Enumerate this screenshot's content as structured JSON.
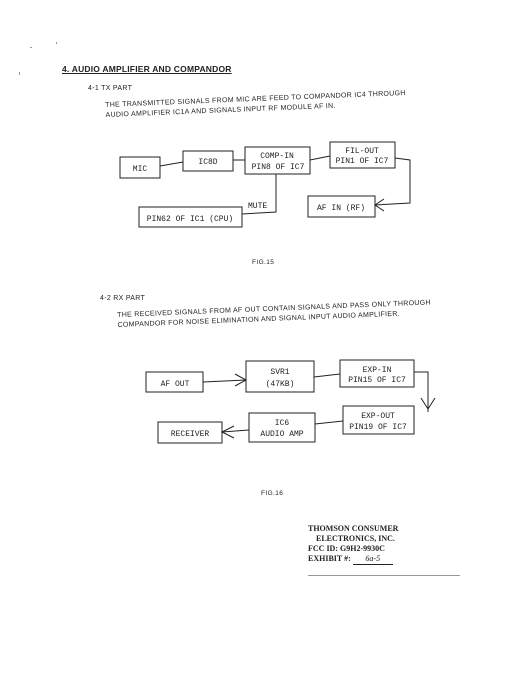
{
  "section": {
    "heading": "4. AUDIO AMPLIFIER AND COMPANDOR"
  },
  "tx": {
    "title": "4-1 TX PART",
    "paragraph_lines": [
      "THE TRANSMITTED SIGNALS FROM MIC ARE FEED TO COMPANDOR IC4 THROUGH",
      "AUDIO AMPLIFIER IC1A AND SIGNALS INPUT RF MODULE AF IN."
    ],
    "blocks": {
      "mic": "MIC",
      "ic8d": "IC8D",
      "comp_in": [
        "COMP-IN",
        "PIN8 OF IC7"
      ],
      "fil_out": [
        "FIL-OUT",
        "PIN1 OF IC7"
      ],
      "af_in": "AF IN (RF)",
      "mute": "MUTE",
      "pin62": "PIN62 OF IC1 (CPU)"
    },
    "figure_label": "FIG.15"
  },
  "rx": {
    "title": "4-2 RX PART",
    "paragraph_lines": [
      "THE RECEIVED SIGNALS FROM AF OUT CONTAIN SIGNALS AND PASS ONLY THROUGH",
      "COMPANDOR FOR NOISE ELIMINATION AND SIGNAL INPUT AUDIO AMPLIFIER."
    ],
    "blocks": {
      "af_out": "AF OUT",
      "svr1": [
        "SVR1",
        "(47KB)"
      ],
      "exp_in": [
        "EXP-IN",
        "PIN15 OF IC7"
      ],
      "exp_out": [
        "EXP-OUT",
        "PIN19 OF IC7"
      ],
      "ic6": [
        "IC6",
        "AUDIO AMP"
      ],
      "receiver": "RECEIVER"
    },
    "figure_label": "FIG.16"
  },
  "stamp": {
    "lines": [
      "THOMSON CONSUMER",
      "ELECTRONICS, INC.",
      "FCC ID: G9H2-9930C"
    ],
    "exhibit_label": "EXHIBIT #:",
    "exhibit_value": "6a-5"
  }
}
